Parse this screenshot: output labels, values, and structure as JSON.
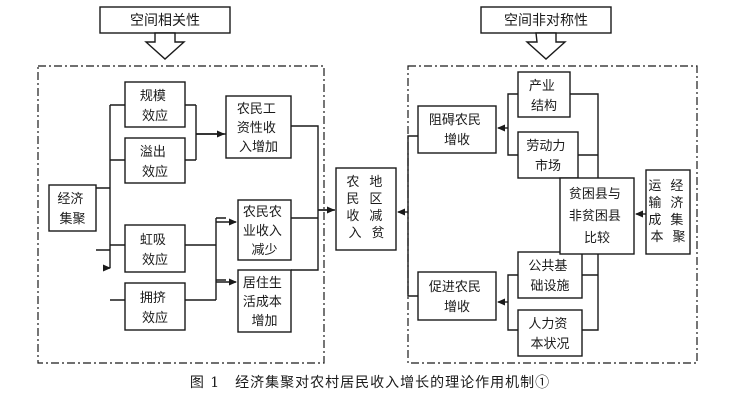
{
  "diagram": {
    "spatial_correlation": "空间相关性",
    "spatial_asymmetry": "空间非对称性",
    "economic_agglomeration": [
      "经济",
      "集聚"
    ],
    "scale_effect": [
      "规模",
      "效应"
    ],
    "spillover_effect": [
      "溢出",
      "效应"
    ],
    "siphon_effect": [
      "虹吸",
      "效应"
    ],
    "congestion_effect": [
      "拥挤",
      "效应"
    ],
    "migrant_wage_income_increase": [
      "农民工",
      "资性收",
      "入增加"
    ],
    "farm_income_decrease": [
      "农民农",
      "业收入",
      "减少"
    ],
    "living_cost_increase": [
      "居住生",
      "活成本",
      "增加"
    ],
    "regional_poverty_reduction_col1": [
      "农",
      "民",
      "收",
      "入"
    ],
    "regional_poverty_reduction_col2": [
      "地",
      "区",
      "减",
      "贫"
    ],
    "hinder_income": [
      "阻碍农民",
      "增收"
    ],
    "promote_income": [
      "促进农民",
      "增收"
    ],
    "industry_structure": [
      "产业",
      "结构"
    ],
    "labor_market": [
      "劳动力",
      "市场"
    ],
    "poor_vs_nonpoor": [
      "贫困县与",
      "非贫困县",
      "比较"
    ],
    "transport_cost_col1": [
      "运",
      "输",
      "成",
      "本"
    ],
    "transport_cost_col2": [
      "经",
      "济",
      "集",
      "聚"
    ],
    "public_infrastructure": [
      "公共基",
      "础设施"
    ],
    "human_capital": [
      "人力资",
      "本状况"
    ]
  },
  "caption": "图 1　经济集聚对农村居民收入增长的理论作用机制①"
}
